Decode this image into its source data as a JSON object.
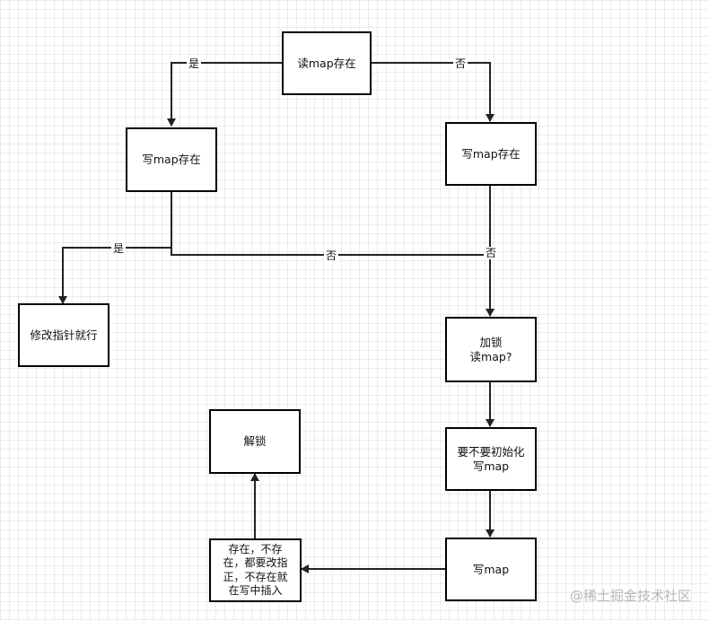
{
  "nodes": {
    "read_map_exists": "读map存在",
    "write_map_exists_left": "写map存在",
    "write_map_exists_right": "写map存在",
    "modify_pointer": "修改指针就行",
    "lock_read_map": "加锁\n读map?",
    "init_write_map": "要不要初始化\n写map",
    "write_map": "写map",
    "exist_insert": "存在，不存\n在，都要改指\n正，不存在就\n在写中插入",
    "unlock": "解锁"
  },
  "edge_labels": {
    "yes_top": "是",
    "no_top": "否",
    "yes_mid": "是",
    "no_mid": "否",
    "no_right": "否"
  },
  "watermark": "@稀土掘金技术社区",
  "colors": {
    "line": "#222222",
    "grid": "#e8e8e8"
  }
}
